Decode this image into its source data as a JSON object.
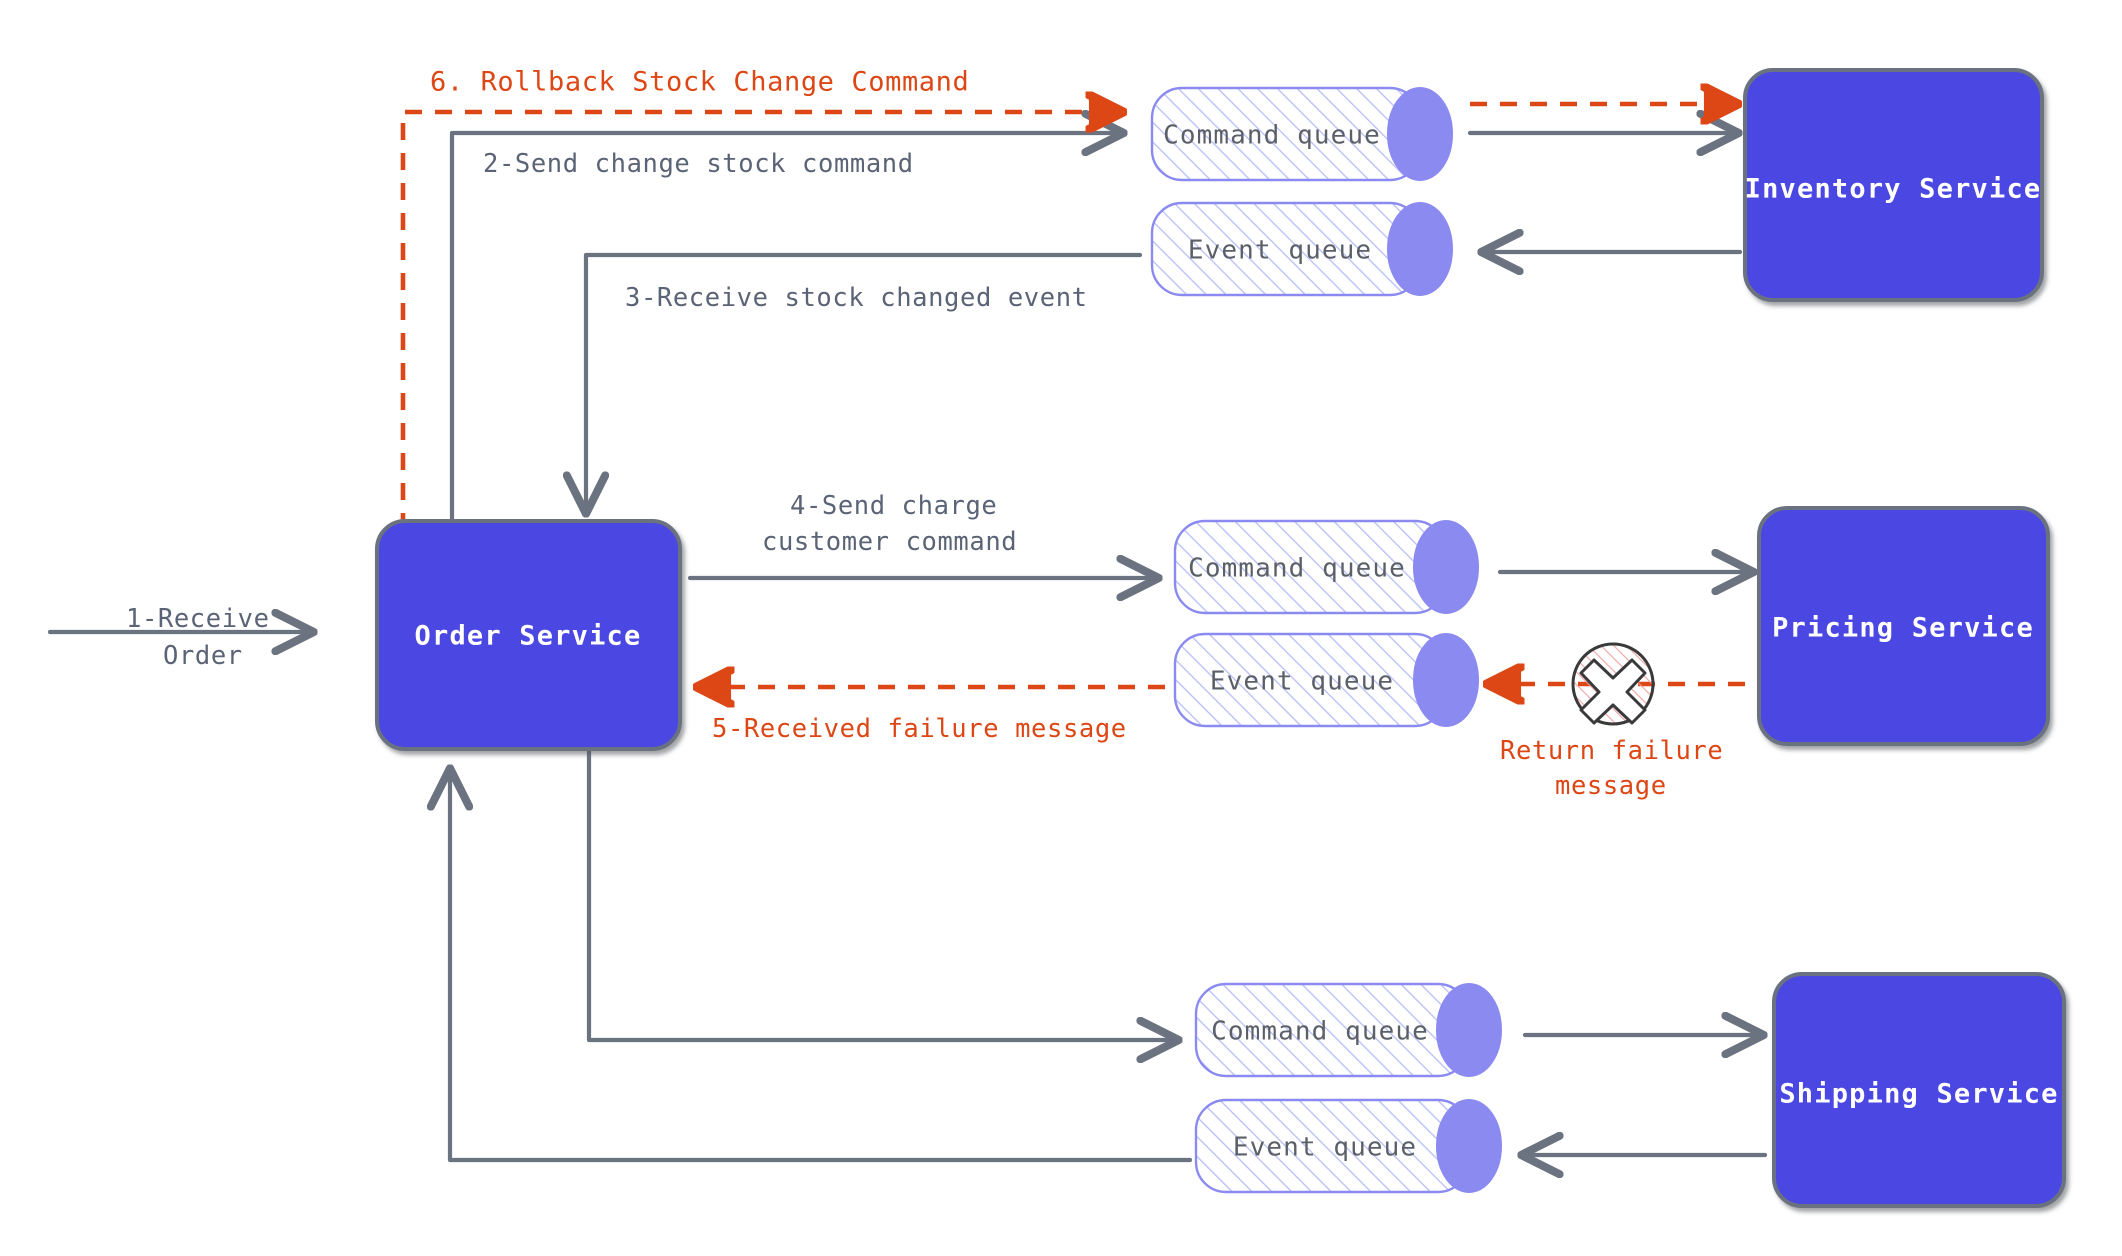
{
  "diagram": {
    "title_visible": false,
    "colors": {
      "service_fill": "#4b46e2",
      "service_stroke": "#6b7280",
      "service_text": "#ffffff",
      "queue_hatch": "#9fa8f5",
      "queue_cap": "#8a8af0",
      "queue_text": "#5b6068",
      "edge_gray": "#6b7280",
      "edge_red": "#dd4715",
      "failure_circle_fill": "#fadddd",
      "background": "#ffffff"
    },
    "services": [
      {
        "id": "order",
        "name": "Order Service"
      },
      {
        "id": "inventory",
        "name": "Inventory Service"
      },
      {
        "id": "pricing",
        "name": "Pricing Service"
      },
      {
        "id": "shipping",
        "name": "Shipping Service"
      }
    ],
    "queues": [
      {
        "id": "inv-command",
        "name": "Command queue",
        "owner": "Inventory Service"
      },
      {
        "id": "inv-event",
        "name": "Event queue",
        "owner": "Inventory Service"
      },
      {
        "id": "price-command",
        "name": "Command queue",
        "owner": "Pricing Service"
      },
      {
        "id": "price-event",
        "name": "Event queue",
        "owner": "Pricing Service"
      },
      {
        "id": "ship-command",
        "name": "Command queue",
        "owner": "Shipping Service"
      },
      {
        "id": "ship-event",
        "name": "Event queue",
        "owner": "Shipping Service"
      }
    ],
    "edges": [
      {
        "id": "e1",
        "label": "1-Receive",
        "label2": "Order",
        "style": "solid",
        "color": "gray"
      },
      {
        "id": "e2",
        "label": "2-Send change stock command",
        "style": "solid",
        "color": "gray"
      },
      {
        "id": "e3",
        "label": "3-Receive stock changed event",
        "style": "solid",
        "color": "gray"
      },
      {
        "id": "e4",
        "label": "4-Send charge",
        "label2": "customer command",
        "style": "solid",
        "color": "gray"
      },
      {
        "id": "e5",
        "label": "5-Received failure message",
        "style": "dashed",
        "color": "red"
      },
      {
        "id": "e6",
        "label": "6. Rollback Stock Change Command",
        "style": "dashed",
        "color": "red"
      },
      {
        "id": "e7",
        "label": "Return failure",
        "label2": "message",
        "style": "dashed",
        "color": "red"
      }
    ],
    "annotations": {
      "failure_marker": "failure-x-icon"
    }
  }
}
